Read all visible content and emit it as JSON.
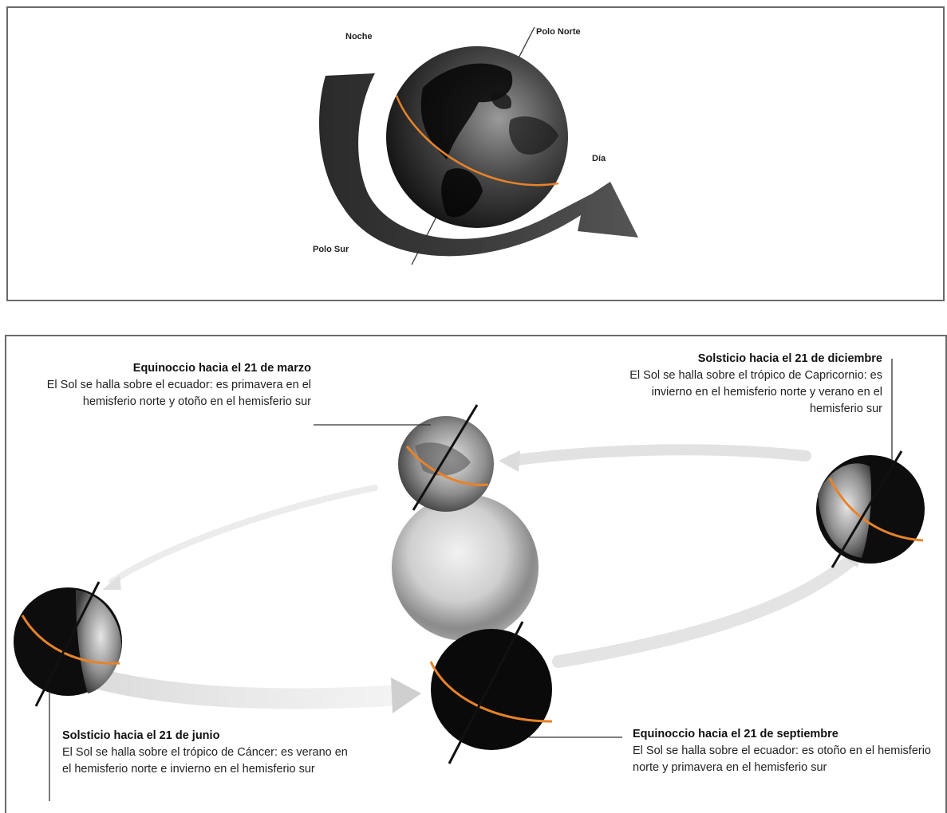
{
  "rotation_diagram": {
    "label_noche": "Noche",
    "label_polo_norte": "Polo Norte",
    "label_dia": "Día",
    "label_polo_sur": "Polo Sur"
  },
  "orbit_diagram": {
    "marzo": {
      "title": "Equinoccio hacia el 21 de marzo",
      "desc": "El Sol se halla sobre el ecuador: es primavera en el hemisferio norte y otoño en el hemisferio sur"
    },
    "diciembre": {
      "title": "Solsticio hacia el 21 de diciembre",
      "desc": "El Sol se halla sobre el trópico de Capricornio: es invierno en el hemisferio norte y verano en el hemisferio sur"
    },
    "junio": {
      "title": "Solsticio hacia el 21 de junio",
      "desc": "El Sol se halla sobre el trópico de Cáncer: es verano en el hemisferio norte e invierno en el hemisferio sur"
    },
    "septiembre": {
      "title": "Equinoccio hacia el 21 de septiembre",
      "desc": "El Sol se halla sobre el ecuador: es otoño en el hemisferio norte y primavera en el hemisferio sur"
    }
  },
  "colors": {
    "equator_orange": "#e8832a",
    "frame_gray": "#6a6a6a",
    "orbit_gray": "#d8d8d8"
  }
}
